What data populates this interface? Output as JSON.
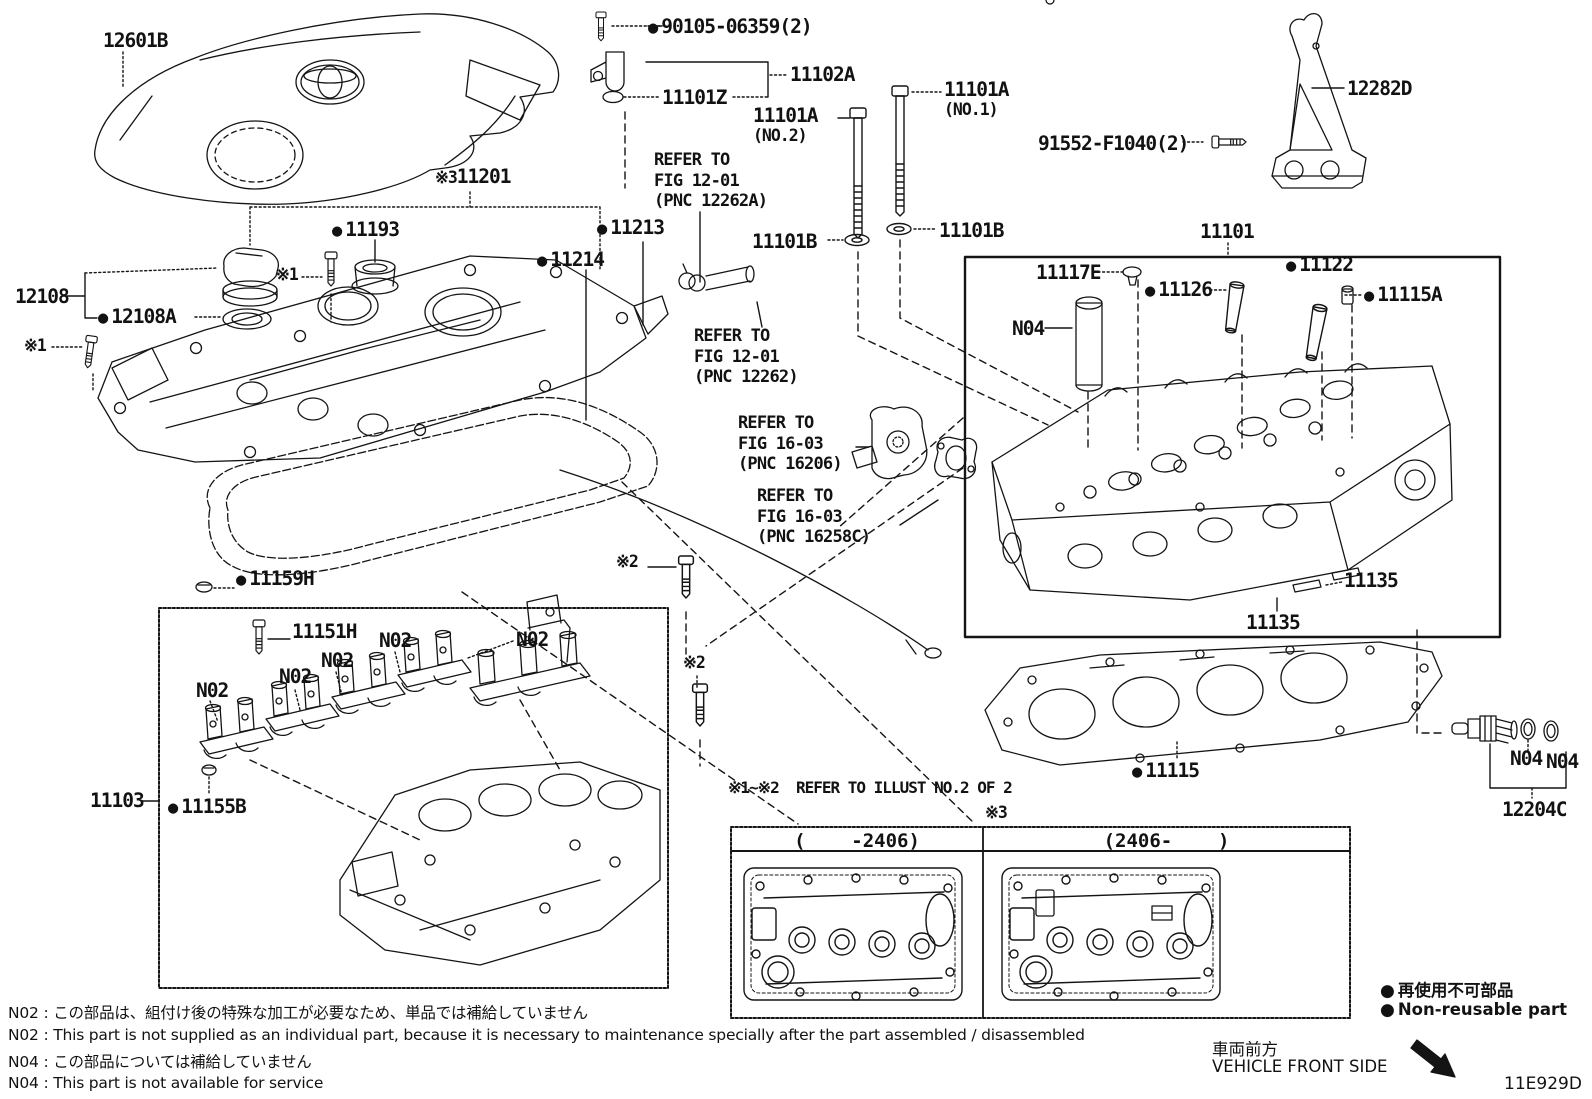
{
  "icons": {
    "bullet": "●"
  },
  "labels": {
    "x1": "※1",
    "x2": "※2",
    "x3": "※3",
    "n02": "N02",
    "n04": "N04",
    "p12601B": "12601B",
    "p90105": "90105-06359(2)",
    "p11102A": "11102A",
    "p11101Z": "11101Z",
    "p11101A": "11101A",
    "no1": "(NO.1)",
    "no2": "(NO.2)",
    "p91552": "91552-F1040(2)",
    "p12282D": "12282D",
    "p11101B": "11101B",
    "p11101": "11101",
    "p11201": "11201",
    "p11193": "11193",
    "p11213": "11213",
    "p11214": "11214",
    "p12108": "12108",
    "p12108A": "12108A",
    "p11117E": "11117E",
    "p11126": "11126",
    "p11122": "11122",
    "p11115A": "11115A",
    "p11159H": "11159H",
    "p11151H": "11151H",
    "p11103": "11103",
    "p11155B": "11155B",
    "p11135": "11135",
    "p11115": "11115",
    "p12204C": "12204C"
  },
  "refer": {
    "fig12_01_12262a": "REFER TO\nFIG 12-01\n(PNC 12262A)",
    "fig12_01_12262": "REFER TO\nFIG 12-01\n(PNC 12262)",
    "fig16_03_16206": "REFER TO\nFIG 16-03\n(PNC 16206)",
    "fig16_03_16258c": "REFER TO\nFIG 16-03\n(PNC 16258C)"
  },
  "table": {
    "marker": "※3",
    "left_header": "(    -2406)",
    "right_header": "(2406-    )"
  },
  "notes": {
    "illust": "※1~※2  REFER TO ILLUST NO.2 OF 2",
    "n02_jp": "N02 : この部品は、組付け後の特殊な加工が必要なため、単品では補給していません",
    "n02_en": "N02 : This part is not supplied as an individual part, because it is necessary to maintenance specially after the part assembled / disassembled",
    "n04_jp": "N04 : この部品については補給していません",
    "n04_en": "N04 : This part is not available for service"
  },
  "legend": {
    "jp": "再使用不可部品",
    "en": "Non-reusable part"
  },
  "front": {
    "jp": "車両前方",
    "en": "VEHICLE FRONT SIDE"
  },
  "drawing_code": "11E929D"
}
